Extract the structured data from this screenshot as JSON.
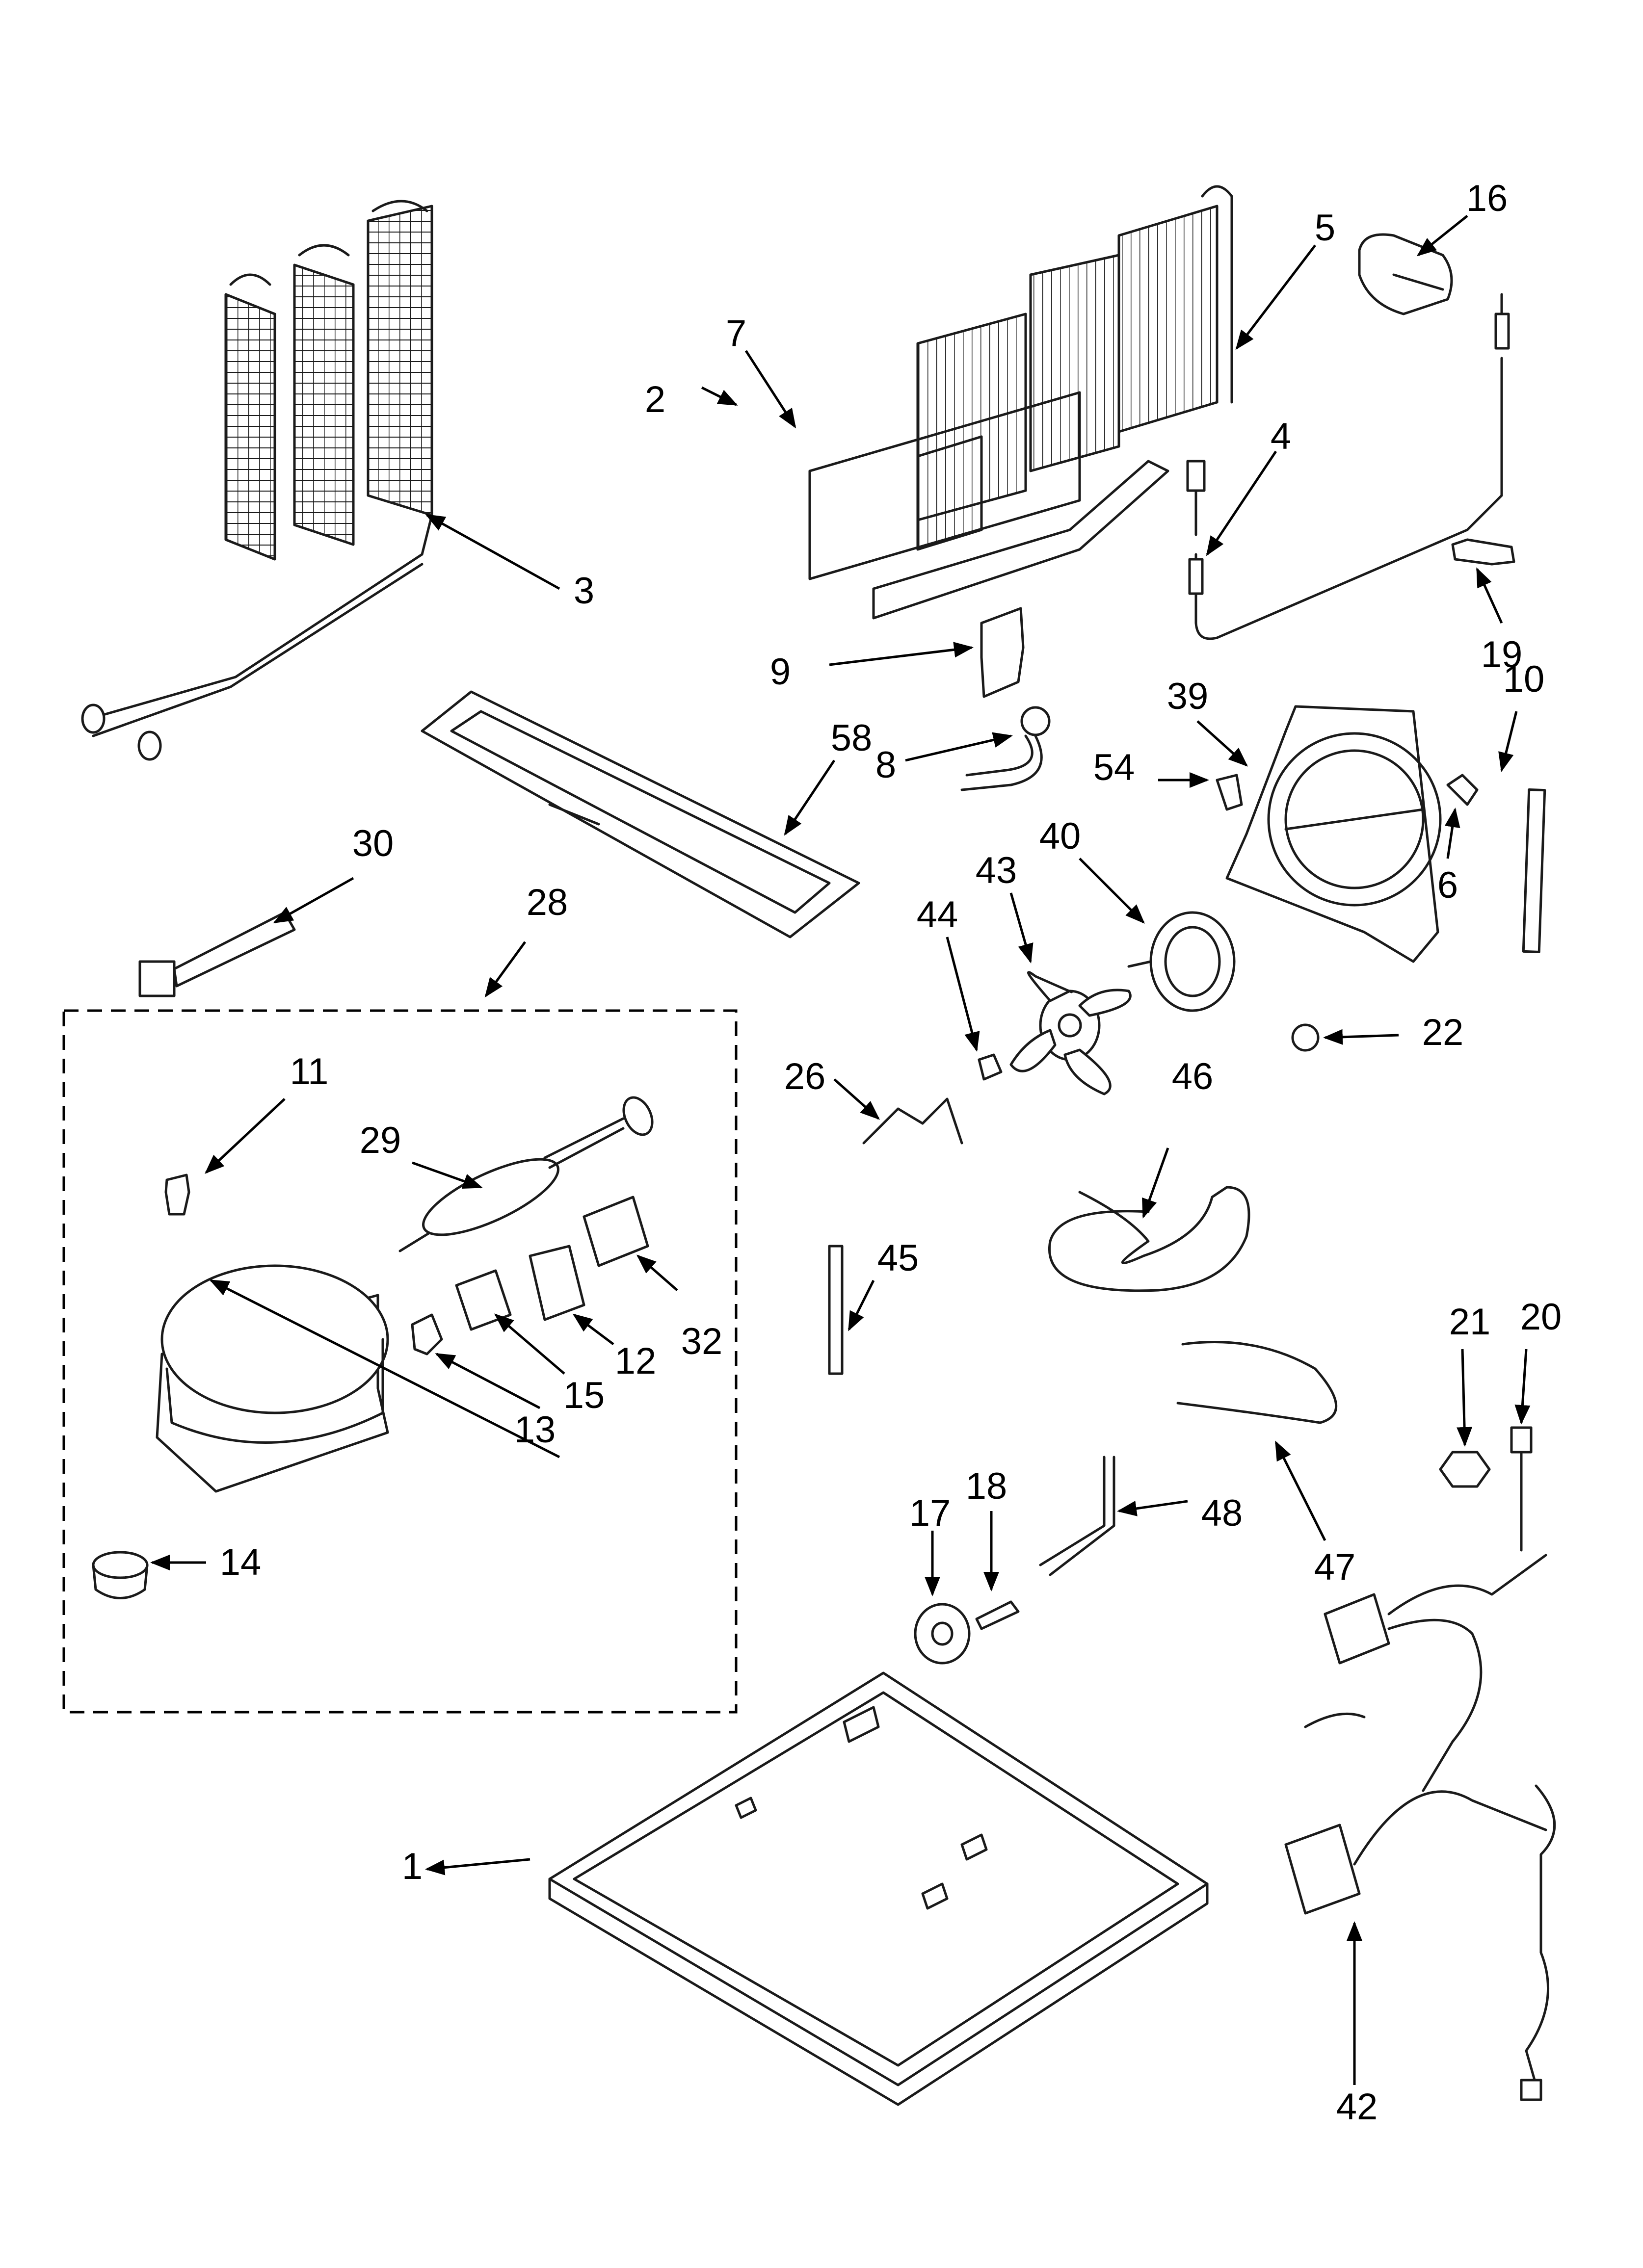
{
  "diagram": {
    "callouts": [
      {
        "id": "1",
        "label": "1"
      },
      {
        "id": "2",
        "label": "2"
      },
      {
        "id": "3",
        "label": "3"
      },
      {
        "id": "4",
        "label": "4"
      },
      {
        "id": "5",
        "label": "5"
      },
      {
        "id": "6",
        "label": "6"
      },
      {
        "id": "7",
        "label": "7"
      },
      {
        "id": "8",
        "label": "8"
      },
      {
        "id": "9",
        "label": "9"
      },
      {
        "id": "10",
        "label": "10"
      },
      {
        "id": "11",
        "label": "11"
      },
      {
        "id": "12",
        "label": "12"
      },
      {
        "id": "13",
        "label": "13"
      },
      {
        "id": "14",
        "label": "14"
      },
      {
        "id": "15",
        "label": "15"
      },
      {
        "id": "16",
        "label": "16"
      },
      {
        "id": "17",
        "label": "17"
      },
      {
        "id": "18",
        "label": "18"
      },
      {
        "id": "19",
        "label": "19"
      },
      {
        "id": "20",
        "label": "20"
      },
      {
        "id": "21",
        "label": "21"
      },
      {
        "id": "22",
        "label": "22"
      },
      {
        "id": "26",
        "label": "26"
      },
      {
        "id": "28",
        "label": "28"
      },
      {
        "id": "29",
        "label": "29"
      },
      {
        "id": "30",
        "label": "30"
      },
      {
        "id": "32",
        "label": "32"
      },
      {
        "id": "39",
        "label": "39"
      },
      {
        "id": "40",
        "label": "40"
      },
      {
        "id": "42",
        "label": "42"
      },
      {
        "id": "43",
        "label": "43"
      },
      {
        "id": "44",
        "label": "44"
      },
      {
        "id": "45",
        "label": "45"
      },
      {
        "id": "46",
        "label": "46"
      },
      {
        "id": "47",
        "label": "47"
      },
      {
        "id": "48",
        "label": "48"
      },
      {
        "id": "54",
        "label": "54"
      },
      {
        "id": "58",
        "label": "58"
      }
    ],
    "colors": {
      "line": "#1a1a1a",
      "background": "#ffffff"
    }
  }
}
